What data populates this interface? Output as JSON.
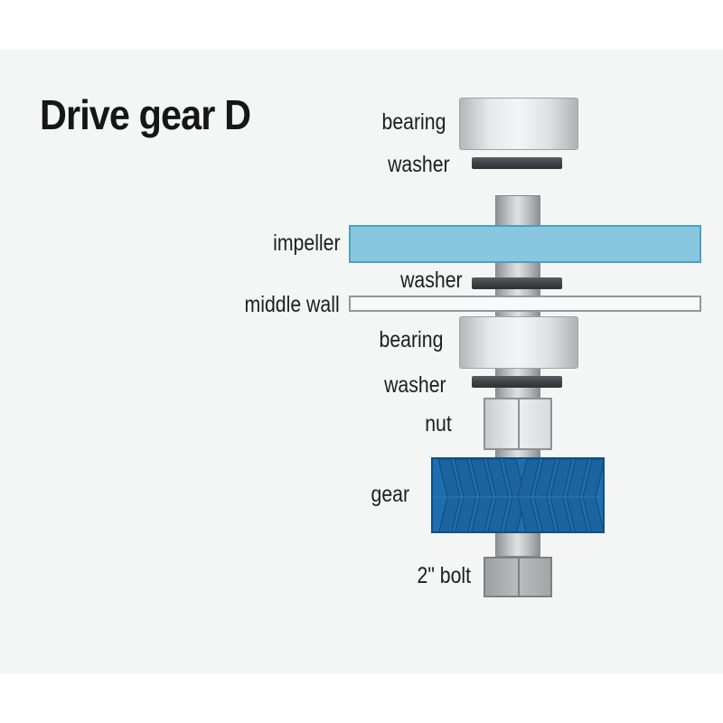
{
  "title": "Drive gear D",
  "labels": {
    "bearing_top": "bearing",
    "washer_top": "washer",
    "impeller": "impeller",
    "washer_mid": "washer",
    "middle_wall": "middle wall",
    "bearing_bottom": "bearing",
    "washer_bottom": "washer",
    "nut": "nut",
    "gear": "gear",
    "bolt": "2\" bolt"
  },
  "colors": {
    "impeller": "#88c7df",
    "gear": "#1e6fb0",
    "washer": "#3f4347",
    "middle_wall": "#f7f9fa"
  }
}
